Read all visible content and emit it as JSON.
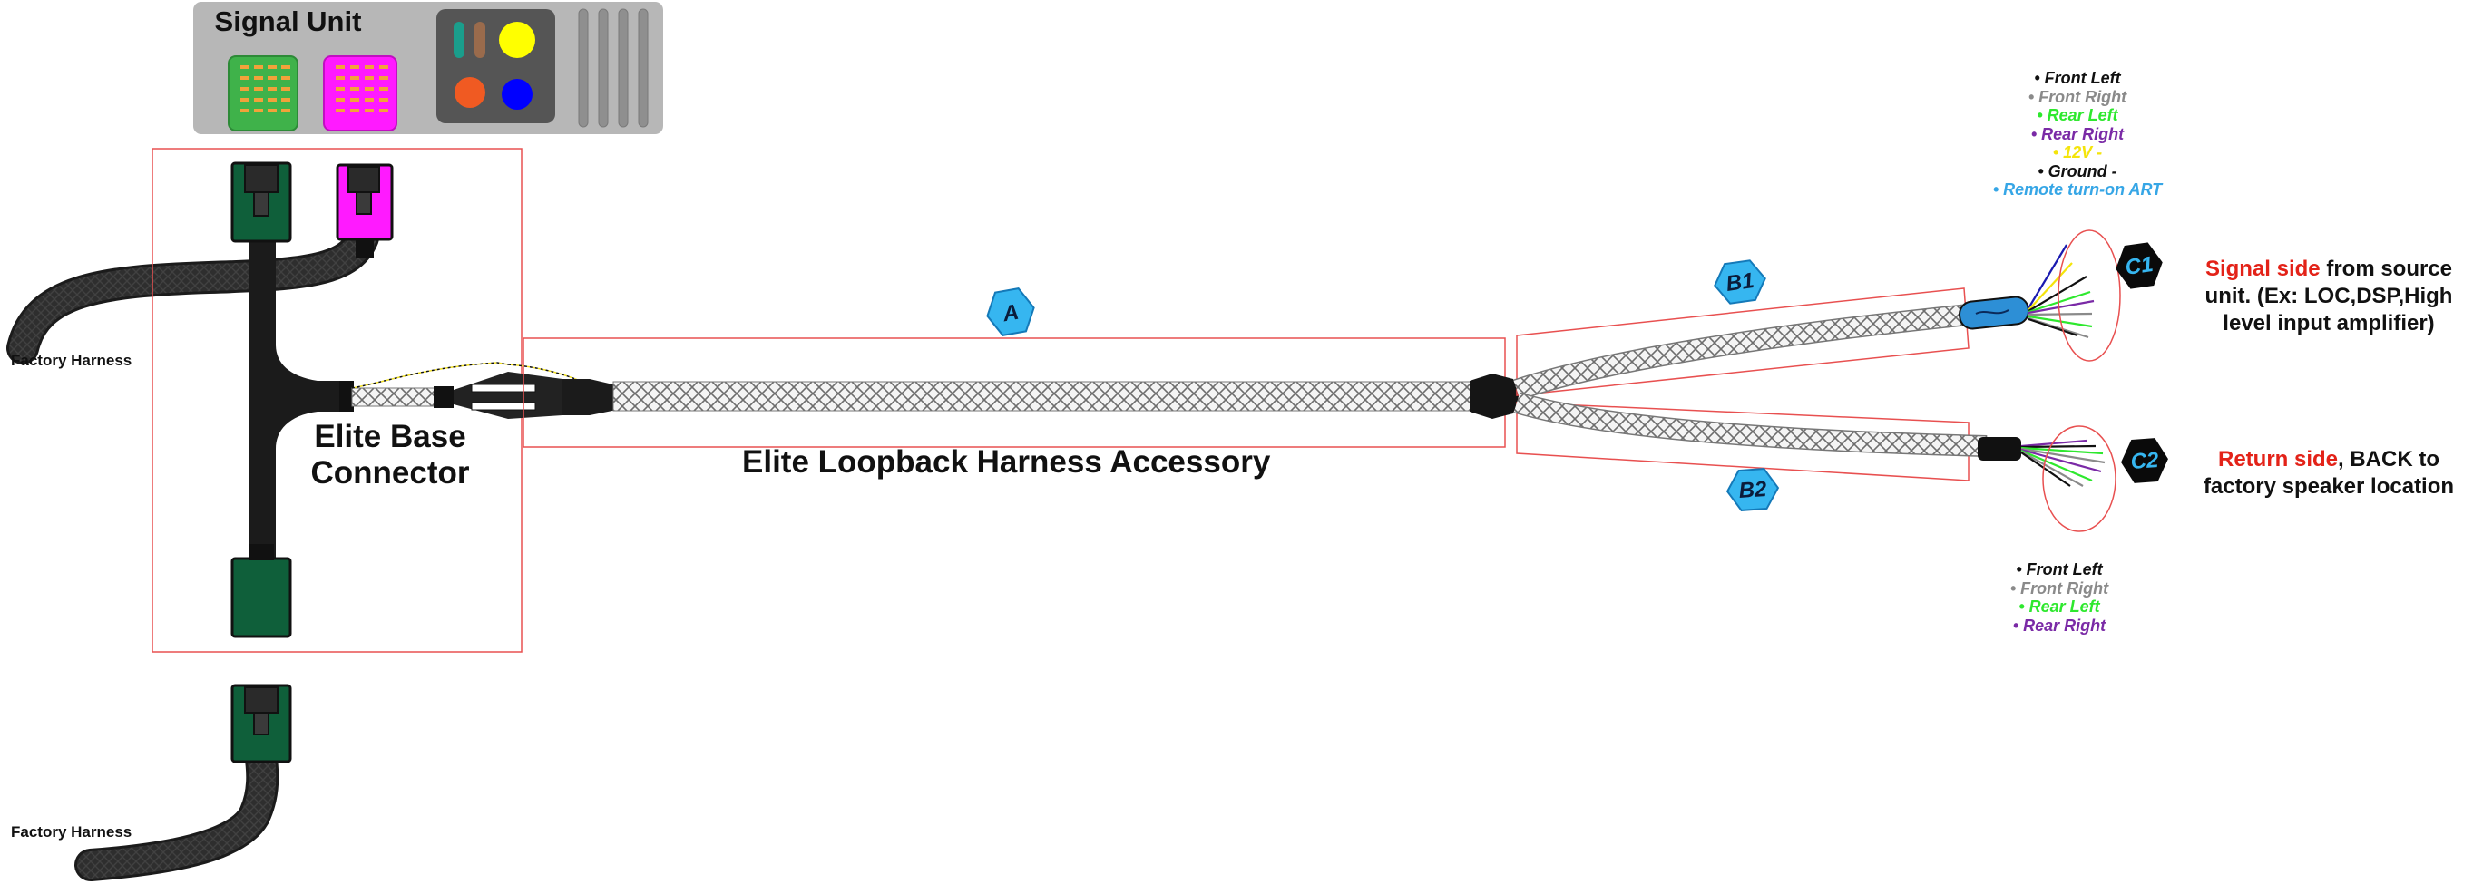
{
  "signal_unit": {
    "title": "Signal Unit",
    "colors": {
      "panel": "#b7b7b7",
      "green_port": "#3fb24a",
      "pink_port": "#ff1aff",
      "pin": "#f2a23a",
      "dark_panel": "#555555",
      "teal": "#1a9e8c",
      "brown": "#9a6b4c",
      "yellow": "#ffff00",
      "orange": "#f05a22",
      "blue": "#0000ff"
    }
  },
  "labels": {
    "factory_harness_top": "Factory Harness",
    "factory_harness_bottom": "Factory Harness",
    "elite_base_connector_line1": "Elite Base",
    "elite_base_connector_line2": "Connector",
    "accessory_title": "Elite Loopback Harness Accessory"
  },
  "badges": {
    "a": "A",
    "b1": "B1",
    "b2": "B2",
    "c1": "C1",
    "c2": "C2"
  },
  "c1_wires": [
    {
      "text": "• Front Left",
      "color": "#111111"
    },
    {
      "text": "• Front Right",
      "color": "#8a8a8a"
    },
    {
      "text": "• Rear Left",
      "color": "#2ee82e"
    },
    {
      "text": "• Rear Right",
      "color": "#7a2aa6"
    },
    {
      "text": "• 12V -",
      "color": "#f4e40a"
    },
    {
      "text": "• Ground -",
      "color": "#111111"
    },
    {
      "text": "• Remote turn-on ART",
      "color": "#36a6e6"
    }
  ],
  "c2_wires": [
    {
      "text": "• Front Left",
      "color": "#111111"
    },
    {
      "text": "• Front Right",
      "color": "#8a8a8a"
    },
    {
      "text": "• Rear Left",
      "color": "#2ee82e"
    },
    {
      "text": "• Rear Right",
      "color": "#7a2aa6"
    }
  ],
  "notes": {
    "signal": {
      "highlight": "Signal side",
      "rest_line1": " from source",
      "line2": "unit. (Ex: LOC,DSP,High",
      "line3": "level input amplifier)"
    },
    "return": {
      "highlight": "Return side",
      "rest_line1": ", BACK to",
      "line2": "factory speaker location"
    }
  },
  "colors": {
    "callout_box": "#e85050",
    "badge_fill": "#36b6f0",
    "dark_green": "#0f5f3a",
    "harness_dark": "#1b1b1b",
    "braid": "#9a9a9a",
    "signal_highlight": "#e32218"
  }
}
